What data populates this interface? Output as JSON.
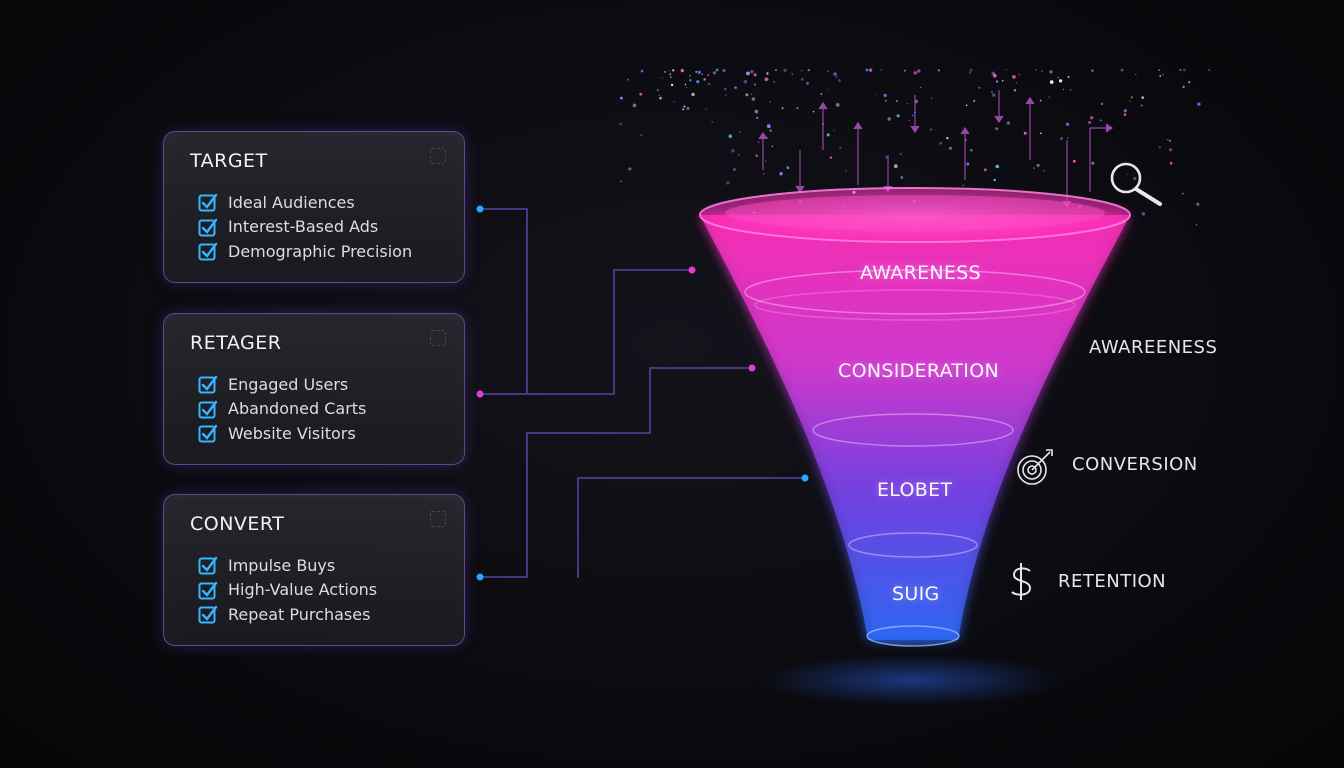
{
  "cards": [
    {
      "title": "TARGET",
      "items": [
        "Ideal Audiences",
        "Interest-Based Ads",
        "Demographic Precision"
      ]
    },
    {
      "title": "RETAGER",
      "items": [
        "Engaged Users",
        "Abandoned Carts",
        "Website Visitors"
      ]
    },
    {
      "title": "CONVERT",
      "items": [
        "Impulse Buys",
        "High-Value Actions",
        "Repeat Purchases"
      ]
    }
  ],
  "funnel": {
    "stages": [
      "AWARENESS",
      "CONSIDERATION",
      "ELOBET",
      "SUIG"
    ]
  },
  "side_labels": [
    {
      "label": "AWAREENESS",
      "icon": ""
    },
    {
      "label": "CONVERSION",
      "icon": "target-icon"
    },
    {
      "label": "RETENTION",
      "icon": "dollar-icon"
    }
  ],
  "top_icon": "magnifier-icon",
  "colors": {
    "funnel_top": "#ff2fb8",
    "funnel_mid": "#b03be8",
    "funnel_bottom": "#2f6bff",
    "connector": "#5a55b8",
    "dot_blue": "#2ea6ff",
    "dot_pink": "#e73bd6",
    "check": "#34b7ff"
  }
}
